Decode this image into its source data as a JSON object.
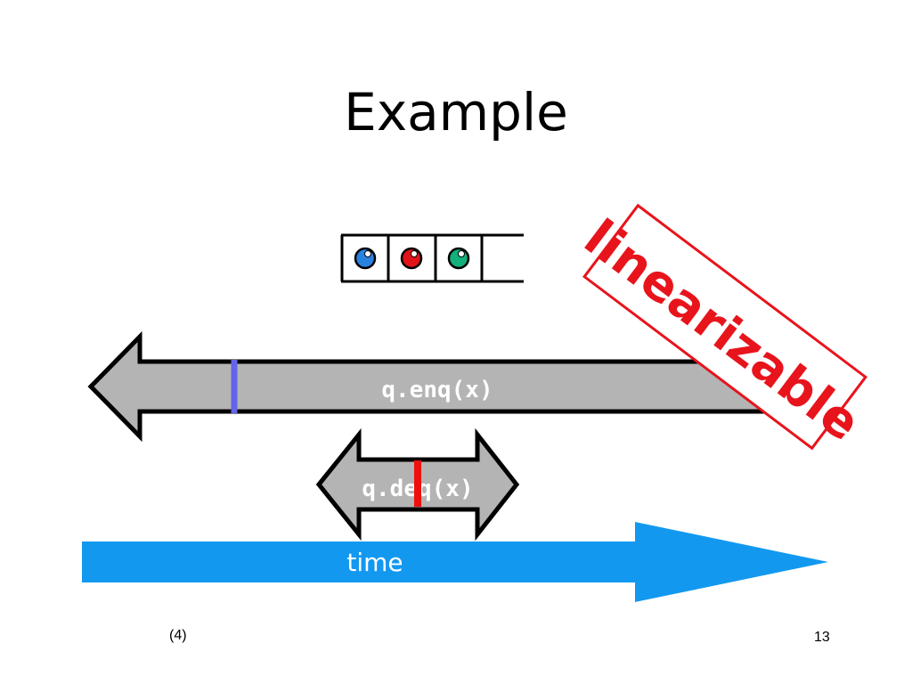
{
  "slide": {
    "title": "Example",
    "footer_left": "(4)",
    "page_number": "13"
  },
  "queue": {
    "items": [
      "blue",
      "red",
      "green"
    ],
    "colors": {
      "blue": "#2a82e0",
      "red": "#e01418",
      "green": "#12b07a"
    }
  },
  "intervals": {
    "enq": {
      "label": "q.enq(x)",
      "marker_color": "#6464e8"
    },
    "deq": {
      "label": "q.deq(x)",
      "marker_color": "#ee1010"
    }
  },
  "time_arrow": {
    "label": "time",
    "color": "#1398f0"
  },
  "stamp": {
    "text": "linearizable",
    "color": "#e8141c"
  }
}
